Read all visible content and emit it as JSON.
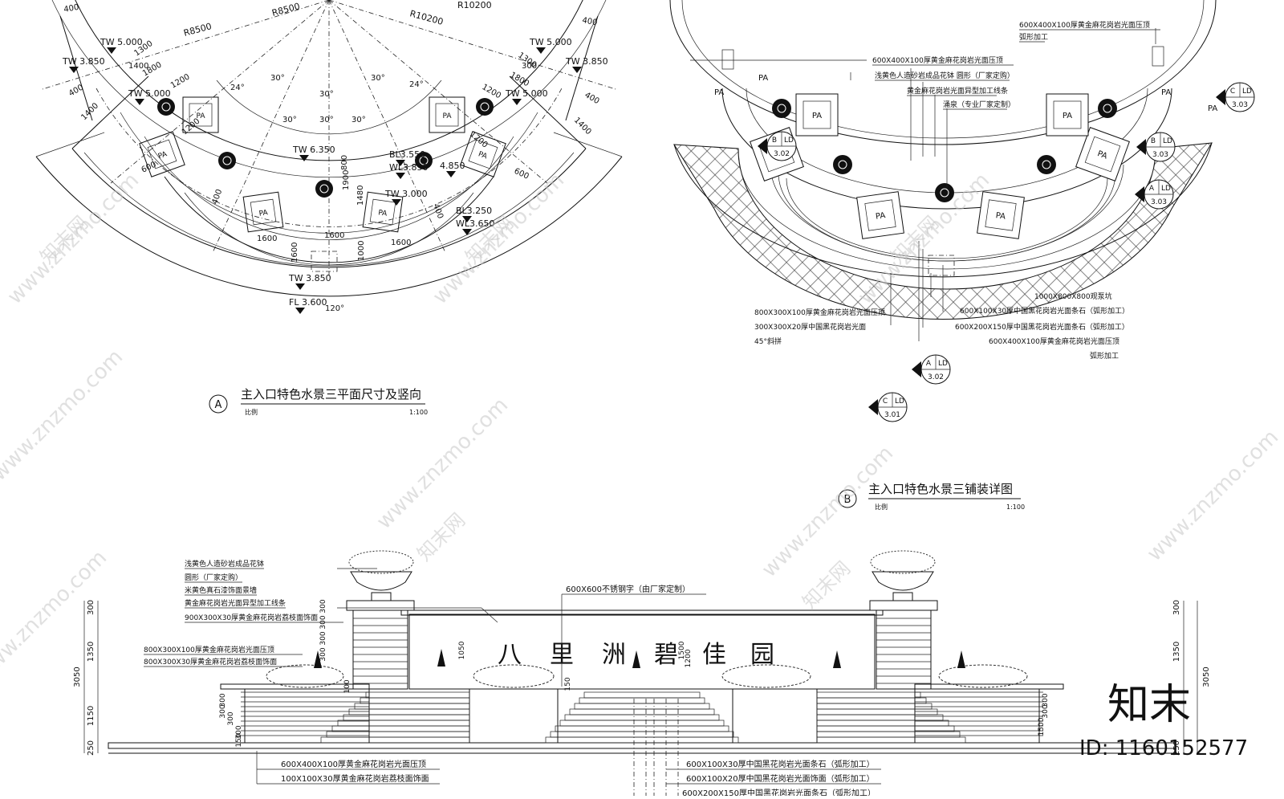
{
  "panel_a": {
    "title": "主入口特色水景三平面尺寸及竖向",
    "marker": "A",
    "scale_label": "比例",
    "scale_value": "1:100",
    "radii": [
      "R8500",
      "R8500",
      "R10200",
      "R10200"
    ],
    "angles": [
      "24°",
      "30°",
      "30°",
      "30°",
      "30°",
      "24°",
      "30°",
      "30°",
      "120°"
    ],
    "levels": [
      "TW 5.000",
      "TW 5.000",
      "TW 3.850",
      "TW 3.850",
      "TW 5.000",
      "TW 5.000",
      "TW 6.350",
      "BL3.550",
      "WL3.850",
      "4.850",
      "TW 3.000",
      "BL3.250",
      "WL3.650",
      "TW 3.850",
      "FL 3.600"
    ],
    "dims": [
      "400",
      "400",
      "1300",
      "1300",
      "1800",
      "1800",
      "1400",
      "1400",
      "1200",
      "1200",
      "1200",
      "1200",
      "600",
      "600",
      "1600",
      "1600",
      "1600",
      "1600",
      "1000",
      "800",
      "1900",
      "1480",
      "1400",
      "300",
      "400",
      "400",
      "400",
      "400"
    ],
    "pa_label": "PA"
  },
  "panel_b": {
    "title": "主入口特色水景三铺装详图",
    "marker": "B",
    "scale_label": "比例",
    "scale_value": "1:100",
    "notes_top": [
      "600X400X100厚黄金麻花岗岩光面压顶",
      "弧形加工",
      "600X400X100厚黄金麻花岗岩光面压顶",
      "浅黄色人造砂岩成品花钵  圆形（厂家定购）",
      "黄金麻花岗岩光面异型加工线条",
      "涌泉（专业厂家定制）"
    ],
    "notes_bottom_left": [
      "800X300X100厚黄金麻花岗岩光面压顶",
      "300X300X20厚中国黑花岗岩光面",
      "45°斜拼"
    ],
    "notes_bottom_right": [
      "1000X800X800观泵坑",
      "600X100X30厚中国黑花岗岩光面条石（弧形加工）",
      "600X200X150厚中国黑花岗岩光面条石（弧形加工）",
      "600X400X100厚黄金麻花岗岩光面压顶",
      "弧形加工"
    ],
    "callouts": [
      {
        "letter": "C",
        "code": "LD",
        "sheet": "3.03"
      },
      {
        "letter": "B",
        "code": "LD",
        "sheet": "3.03"
      },
      {
        "letter": "A",
        "code": "LD",
        "sheet": "3.03"
      },
      {
        "letter": "B",
        "code": "LD",
        "sheet": "3.02"
      },
      {
        "letter": "A",
        "code": "LD",
        "sheet": "3.02"
      },
      {
        "letter": "C",
        "code": "LD",
        "sheet": "3.01"
      }
    ],
    "pa_label": "PA"
  },
  "elevation": {
    "sign_text": [
      "八",
      "里",
      "洲",
      "碧",
      "佳",
      "园"
    ],
    "notes_left": [
      "浅黄色人造砂岩成品花钵",
      "圆形（厂家定购）",
      "米黄色真石漆饰面景墙",
      "黄金麻花岗岩光面异型加工线条",
      "900X300X30厚黄金麻花岗岩荔枝面饰面",
      "800X300X100厚黄金麻花岗岩光面压顶",
      "800X300X30厚黄金麻花岗岩荔枝面饰面"
    ],
    "note_sign": "600X600不锈钢字（由厂家定制）",
    "notes_bottom_left": [
      "600X400X100厚黄金麻花岗岩光面压顶",
      "100X100X30厚黄金麻花岗岩荔枝面饰面"
    ],
    "notes_bottom_right": [
      "600X100X30厚中国黑花岗岩光面条石（弧形加工）",
      "600X100X20厚中国黑花岗岩光面饰面（弧形加工）",
      "600X200X150厚中国黑花岗岩光面条石（弧形加工）"
    ],
    "dims_left": [
      "300",
      "1350",
      "3050",
      "1150",
      "250"
    ],
    "dims_right": [
      "300",
      "1350",
      "3050",
      "250"
    ],
    "dims_inner": [
      "300",
      "300",
      "300",
      "300",
      "1050",
      "1500",
      "1200",
      "150",
      "300",
      "300",
      "300",
      "300",
      "1500",
      "300",
      "300",
      "100",
      "150"
    ]
  },
  "branding": {
    "logo_text": "知末",
    "id_text": "ID: 1160152577",
    "watermark": "www.znzmo.com",
    "watermark_cn": "知末网"
  }
}
